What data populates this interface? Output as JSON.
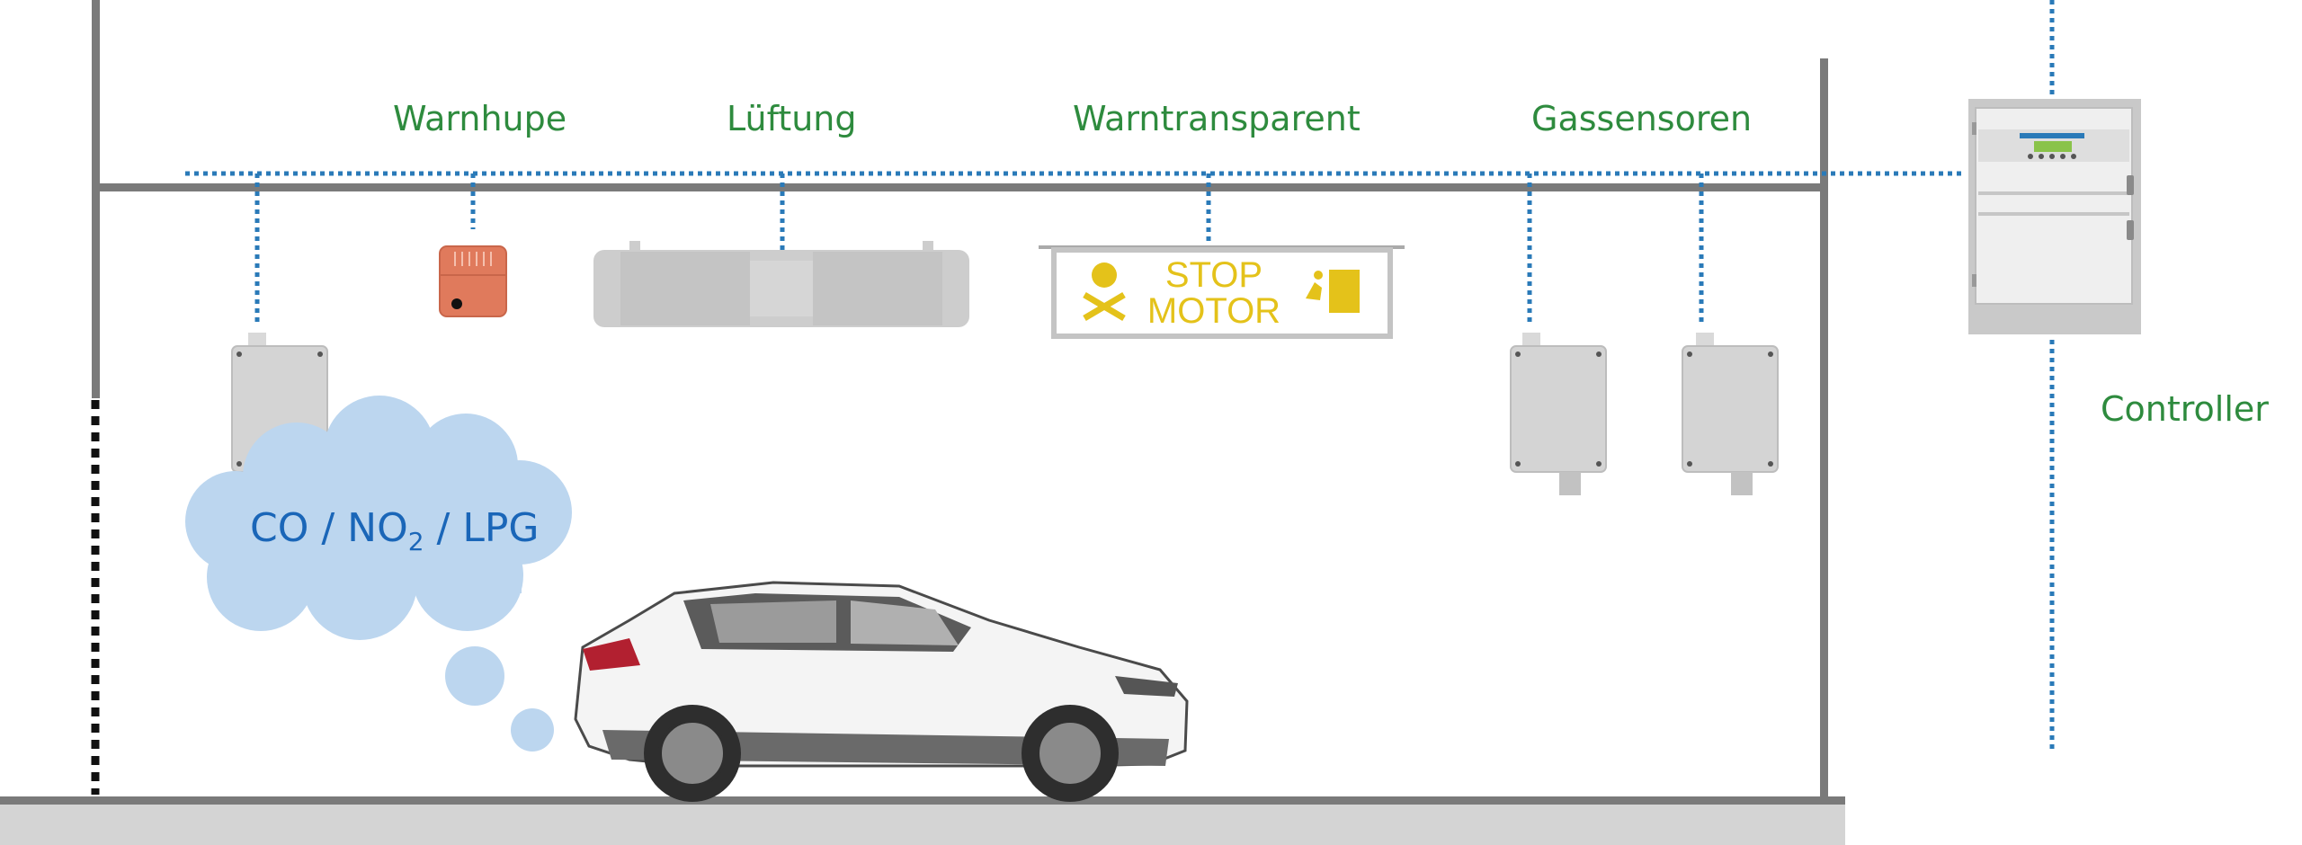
{
  "labels": {
    "horn": "Warnhupe",
    "ventilation": "Lüftung",
    "warning_sign": "Warntransparent",
    "gas_sensors": "Gassensoren",
    "controller": "Controller"
  },
  "gas_cloud": {
    "part1": "CO / NO",
    "subscript": "2",
    "part2": " / LPG"
  },
  "warning_sign_text": {
    "line1": "STOP",
    "line2": "MOTOR"
  },
  "colors": {
    "label_green": "#2e8b3e",
    "bus_blue": "#2a7ab8",
    "gas_text": "#1a66b8",
    "cloud": "#bcd6ef",
    "horn": "#e07a5c",
    "sign_yellow": "#e4c21a",
    "structure_gray": "#7a7a7a"
  }
}
